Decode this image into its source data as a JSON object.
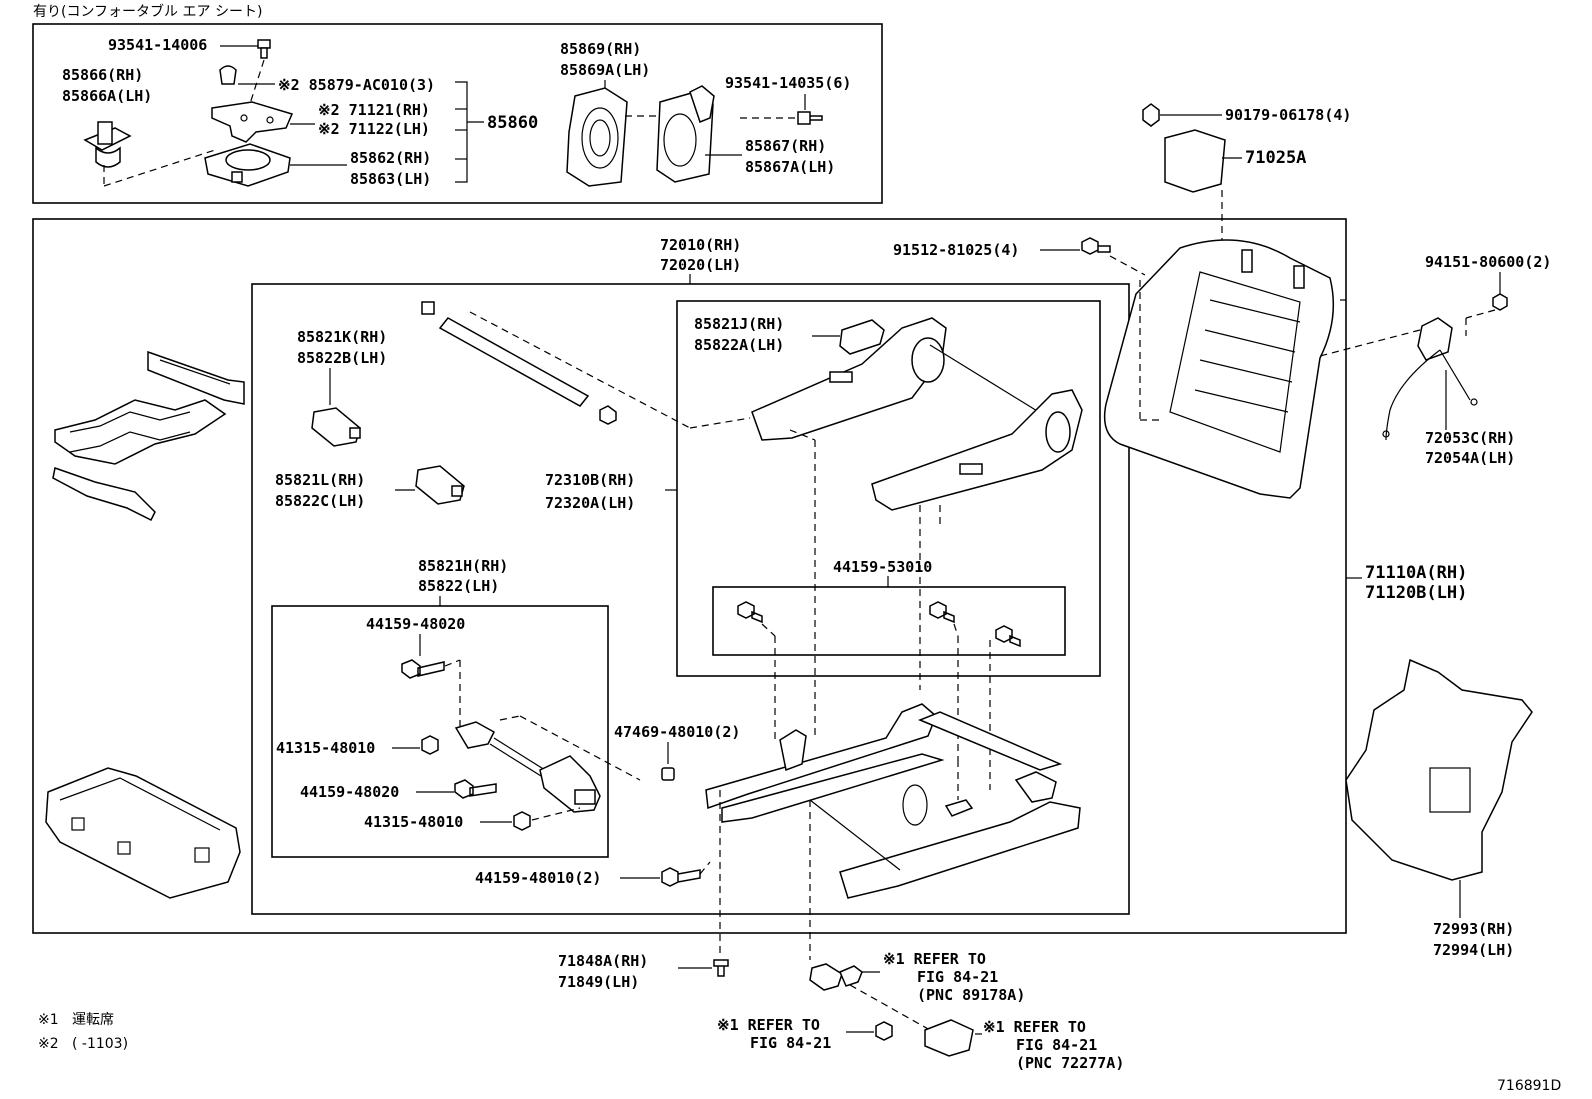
{
  "header_note": "有り(コンフォータブル エア シート)",
  "drawing_number": "716891D",
  "notes": [
    {
      "mark": "※1",
      "text": "運転席"
    },
    {
      "mark": "※2",
      "text": "(      -1103)"
    }
  ],
  "callouts": {
    "p93541_14006": "93541-14006",
    "p85866_rh": "85866(RH)",
    "p85866a_lh": "85866A(LH)",
    "p85879": "※2 85879-AC010(3)",
    "p71121": "※2 71121(RH)",
    "p71122": "※2 71122(LH)",
    "p85860": "85860",
    "p85862": "85862(RH)",
    "p85863": "85863(LH)",
    "p85869_rh": "85869(RH)",
    "p85869a_lh": "85869A(LH)",
    "p93541_14035": "93541-14035(6)",
    "p85867_rh": "85867(RH)",
    "p85867a_lh": "85867A(LH)",
    "p90179": "90179-06178(4)",
    "p71025a": "71025A",
    "p72010_rh": "72010(RH)",
    "p72020_lh": "72020(LH)",
    "p91512": "91512-81025(4)",
    "p94151": "94151-80600(2)",
    "p85821k_rh": "85821K(RH)",
    "p85822b_lh": "85822B(LH)",
    "p85821j_rh": "85821J(RH)",
    "p85822a_lh": "85822A(LH)",
    "p72053c_rh": "72053C(RH)",
    "p72054a_lh": "72054A(LH)",
    "p85821l_rh": "85821L(RH)",
    "p85822c_lh": "85822C(LH)",
    "p72310b_rh": "72310B(RH)",
    "p72320a_lh": "72320A(LH)",
    "p85821h_rh": "85821H(RH)",
    "p85822_lh": "85822(LH)",
    "p44159_53010": "44159-53010",
    "p71110a_rh": "71110A(RH)",
    "p71120b_lh": "71120B(LH)",
    "p44159_48020a": "44159-48020",
    "p41315_48010a": "41315-48010",
    "p47469": "47469-48010(2)",
    "p44159_48020b": "44159-48020",
    "p41315_48010b": "41315-48010",
    "p44159_48010": "44159-48010(2)",
    "p72993_rh": "72993(RH)",
    "p72994_lh": "72994(LH)",
    "p71848a_rh": "71848A(RH)",
    "p71849_lh": "71849(LH)",
    "ref1_a": "※1 REFER TO",
    "ref1_b": "FIG 84-21",
    "ref1_c": "(PNC 89178A)",
    "ref2_a": "※1 REFER TO",
    "ref2_b": "FIG 84-21",
    "ref3_a": "※1 REFER TO",
    "ref3_b": "FIG 84-21",
    "ref3_c": "(PNC 72277A)"
  }
}
